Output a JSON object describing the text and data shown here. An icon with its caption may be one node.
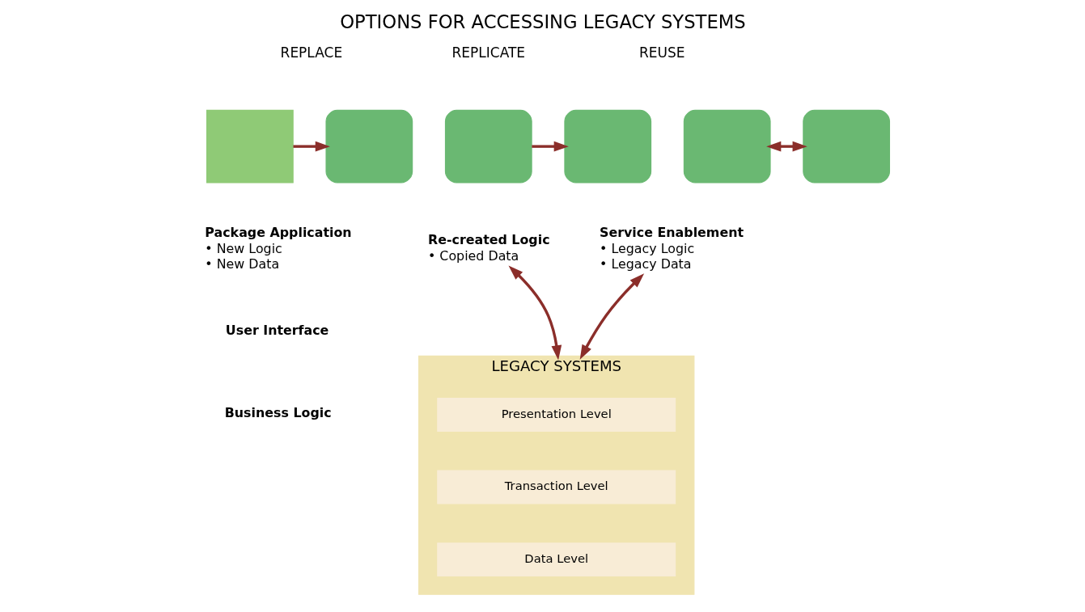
{
  "diagram": {
    "title": "OPTIONS FOR ACCESSING LEGACY SYSTEMS",
    "nodes": [
      {
        "text": [],
        "shape": "box"
      },
      {
        "text": [],
        "shape": "box"
      },
      {
        "text": [],
        "shape": "box"
      },
      {
        "text": [],
        "shape": "box"
      },
      {
        "text": [],
        "shape": "box"
      },
      {
        "text": [],
        "shape": "box"
      },
      {
        "text": [
          "Package Application",
          "• New Logic",
          "• New Data"
        ]
      },
      {
        "text": [
          "Re-created Logic",
          "• Copied Data"
        ]
      },
      {
        "text": [
          "Service Enablement",
          "• Legacy Logic",
          "• Legacy Data"
        ]
      },
      {
        "text": [
          "LEGACY SYSTEMS"
        ]
      },
      {
        "text": [
          "Presentation Level"
        ],
        "in": 9
      },
      {
        "text": [
          "Transaction Level"
        ],
        "in": 9
      },
      {
        "text": [
          "Data Level"
        ],
        "in": 9
      }
    ],
    "edges": [
      {
        "from": 0,
        "to": 1,
        "arrow": "to"
      },
      {
        "from": 2,
        "to": 3,
        "arrow": "to"
      },
      {
        "from": 4,
        "to": 5,
        "arrow": "both"
      },
      {
        "from": 9,
        "to": 7,
        "arrow": "both"
      },
      {
        "from": 9,
        "to": 8,
        "arrow": "both"
      }
    ],
    "labels": [
      "REPLACE",
      "REPLICATE",
      "REUSE",
      "User Interface",
      "Business Logic"
    ]
  }
}
